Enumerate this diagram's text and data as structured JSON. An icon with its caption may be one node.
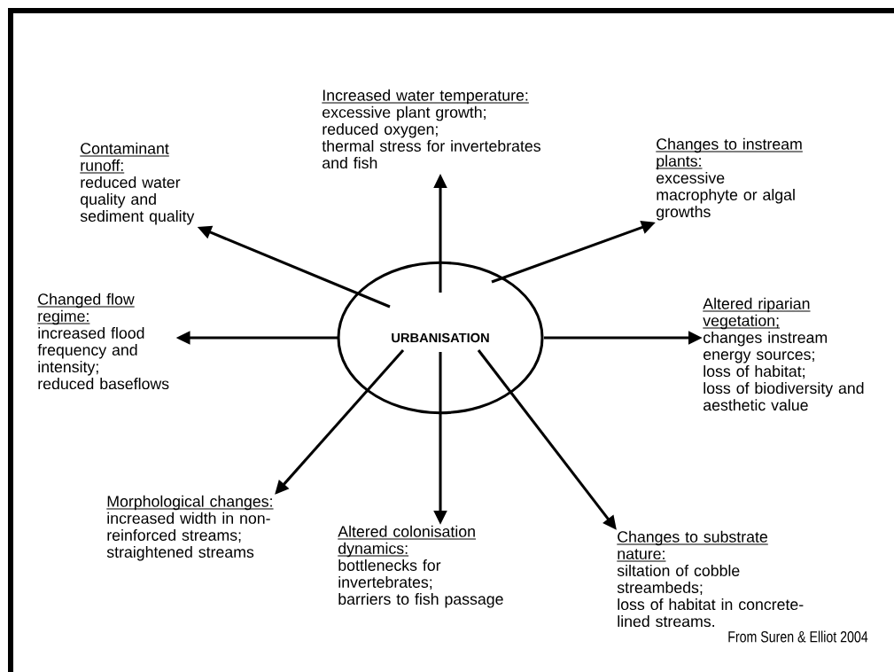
{
  "diagram": {
    "nodes": [
      {
        "text": [
          "URBANISATION"
        ]
      },
      {
        "text": [
          "Increased water temperature:",
          "excessive plant growth;",
          "reduced oxygen;",
          "thermal stress for invertebrates and fish"
        ]
      },
      {
        "text": [
          "Contaminant runoff:",
          "reduced water quality and sediment quality"
        ]
      },
      {
        "text": [
          "Changes to instream plants:",
          "excessive macrophyte or algal growths"
        ]
      },
      {
        "text": [
          "Changed flow regime:",
          "increased flood frequency and intensity;",
          "reduced baseflows"
        ]
      },
      {
        "text": [
          "Altered riparian vegetation;",
          "changes instream energy sources;",
          "loss of habitat;",
          "loss of biodiversity and aesthetic value"
        ]
      },
      {
        "text": [
          "Morphological changes:",
          "increased width in non-reinforced streams;",
          "straightened streams"
        ]
      },
      {
        "text": [
          "Altered colonisation dynamics:",
          "bottlenecks for invertebrates;",
          "barriers to fish passage"
        ]
      },
      {
        "text": [
          "Changes to substrate nature:",
          "siltation of cobble streambeds;",
          "loss of habitat in concrete-lined streams."
        ]
      }
    ],
    "edges": [
      {
        "from": 0,
        "to": 1,
        "arrow": "to"
      },
      {
        "from": 0,
        "to": 2,
        "arrow": "to"
      },
      {
        "from": 0,
        "to": 3,
        "arrow": "to"
      },
      {
        "from": 0,
        "to": 4,
        "arrow": "to"
      },
      {
        "from": 0,
        "to": 5,
        "arrow": "to"
      },
      {
        "from": 0,
        "to": 6,
        "arrow": "to"
      },
      {
        "from": 0,
        "to": 7,
        "arrow": "to"
      },
      {
        "from": 0,
        "to": 8,
        "arrow": "to"
      }
    ],
    "labels": [
      "From Suren & Elliot 2004"
    ]
  }
}
